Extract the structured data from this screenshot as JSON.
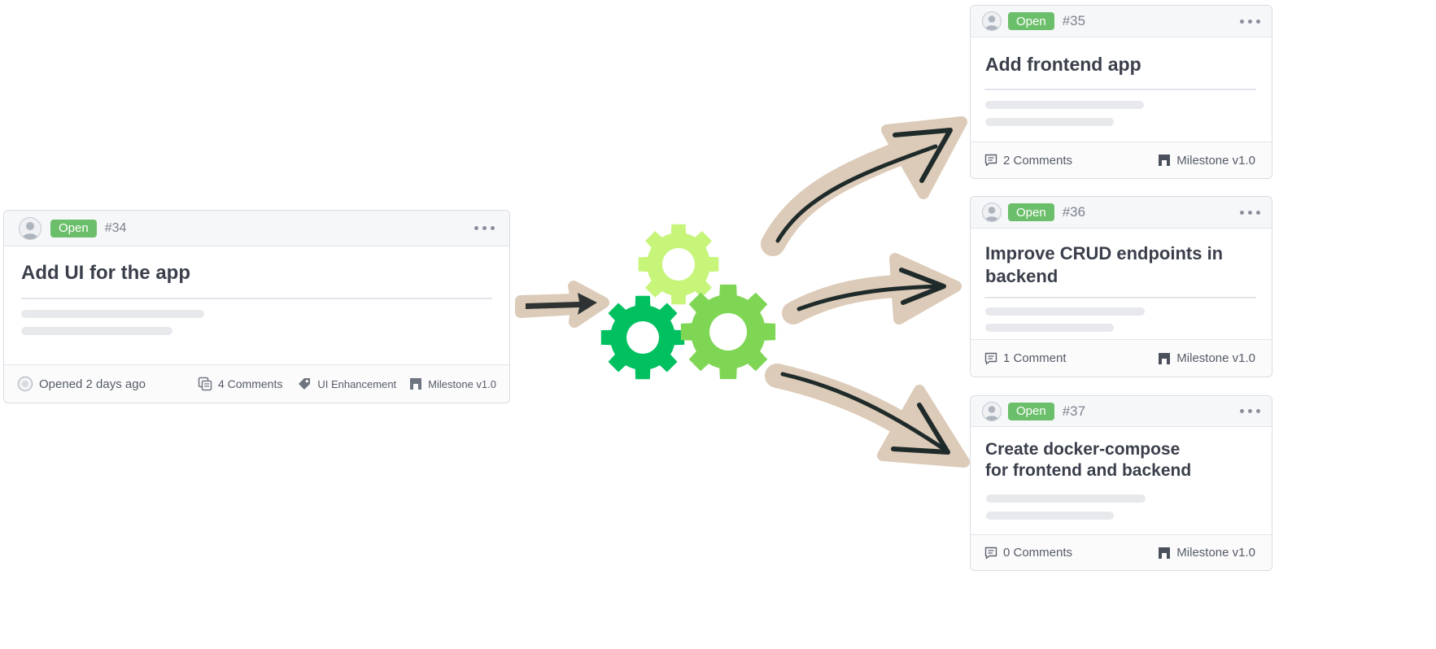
{
  "colors": {
    "open_badge": "#6cbf6a",
    "gear_light": "#c6f57a",
    "gear_dark": "#00c060",
    "gear_mid": "#7fd655",
    "arrow_halo": "#dccbb8",
    "arrow_ink": "#1f2a2a"
  },
  "source_issue": {
    "status": "Open",
    "number": "#34",
    "title": "Add UI for the app",
    "opened": "Opened 2 days ago",
    "comments": "4 Comments",
    "label": "UI Enhancement",
    "milestone": "Milestone v1.0"
  },
  "sub_issues": [
    {
      "status": "Open",
      "number": "#35",
      "title_lines": [
        "Add frontend app"
      ],
      "comments": "2 Comments",
      "milestone": "Milestone v1.0"
    },
    {
      "status": "Open",
      "number": "#36",
      "title_lines": [
        "Improve CRUD endpoints in",
        "backend"
      ],
      "comments": "1 Comment",
      "milestone": "Milestone v1.0"
    },
    {
      "status": "Open",
      "number": "#37",
      "title_lines": [
        "Create docker-compose",
        "for frontend and backend"
      ],
      "comments": "0 Comments",
      "milestone": "Milestone v1.0"
    }
  ],
  "icons": {
    "avatar": "user-avatar-icon",
    "menu": "more-dots-icon",
    "comment": "comment-icon",
    "comments_stack": "comments-stack-icon",
    "tag": "tag-icon",
    "milestone": "milestone-icon",
    "opened": "opened-circle-icon",
    "gears": "gears-icon"
  }
}
